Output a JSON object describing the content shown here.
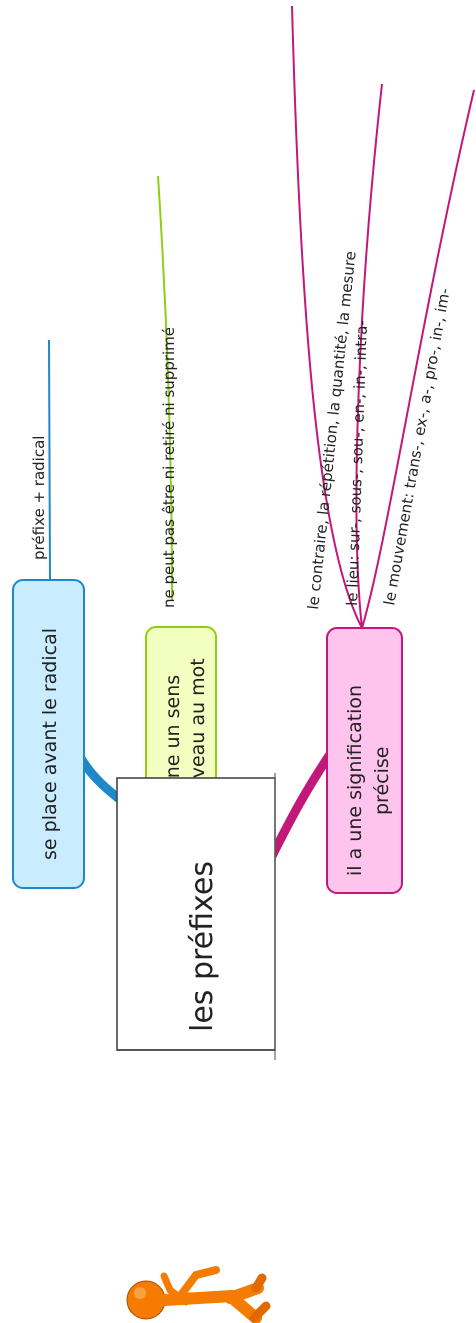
{
  "center": {
    "title": "les préfixes"
  },
  "branches": [
    {
      "label": "se place avant le radical",
      "color": "#1e88c8",
      "fill": "#c9ecff",
      "children": [
        "préfixe + radical"
      ]
    },
    {
      "label_line1": "donne un sens",
      "label_line2": "nouveau au mot",
      "color": "#8fce14",
      "fill": "#f3ffc1",
      "children": [
        "ne peut pas être ni retiré ni supprimé"
      ]
    },
    {
      "label_line1": "il a une signification",
      "label_line2": "précise",
      "color": "#c2187a",
      "fill": "#ffc4ee",
      "children": [
        "le contraire, la répétition, la quantité, la mesure",
        "le lieu: sur-, sous-, sou-, en-, in-, intra-",
        "le mouvement: trans-, ex-, a-, pro-, in-, im-"
      ]
    }
  ],
  "mascot": {
    "icon": "orange-stick-figure-icon",
    "color": "#f57c00"
  }
}
